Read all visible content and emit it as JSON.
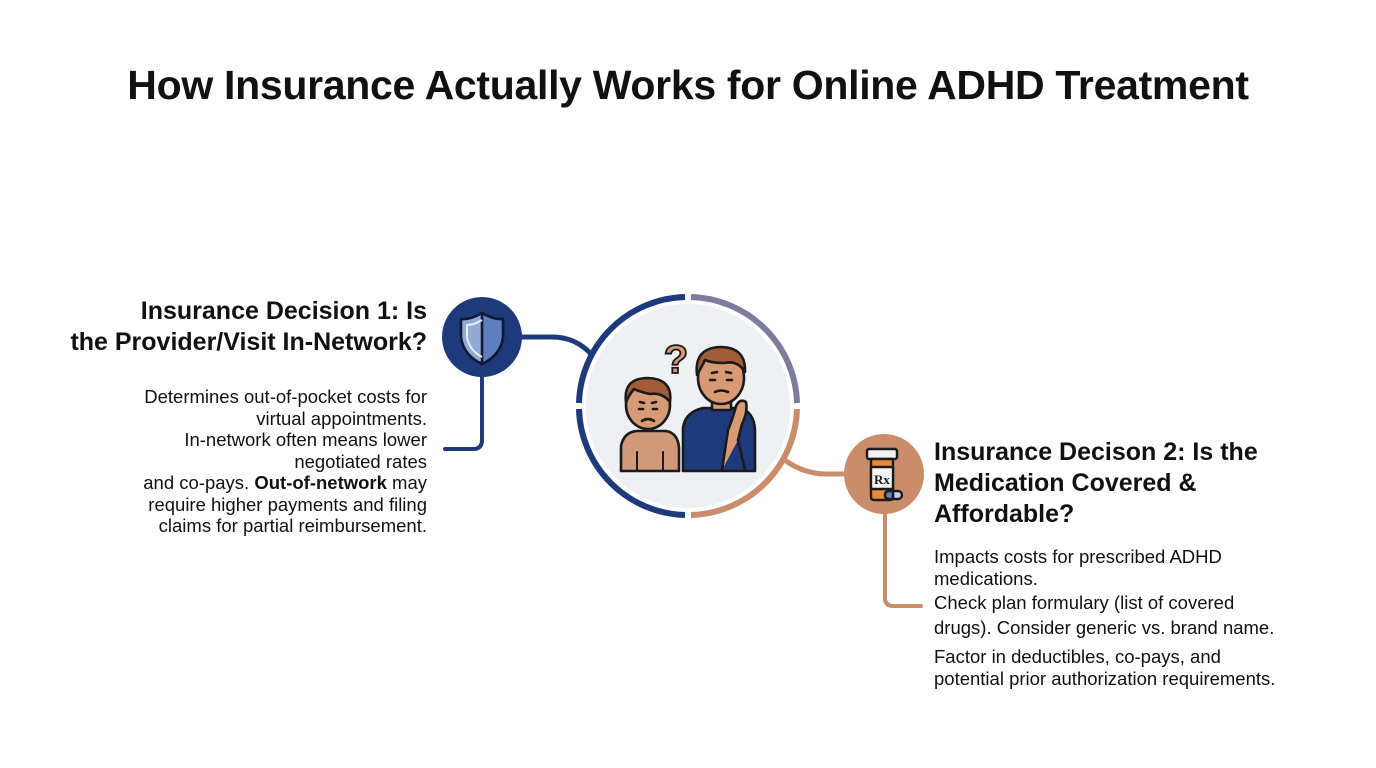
{
  "title": "How Insurance Actually Works for Online ADHD Treatment",
  "decision_1": {
    "heading_lines": [
      "Insurance Decision 1: Is",
      "the Provider/Visit In-Network?"
    ],
    "body": {
      "line_1": "Determines out-of-pocket costs for",
      "line_2": "virtual appointments.",
      "line_3": "In-network often means lower",
      "line_4": "negotiated rates",
      "line_5_prefix": "and co-pays.",
      "line_5_bold": "Out-of-network",
      "line_5_suffix": "may",
      "line_6": "require higher payments and filing",
      "line_7": "claims for partial reimbursement."
    },
    "icon": "shield-icon"
  },
  "decision_2": {
    "heading_lines": [
      "Insurance Decison 2: Is the",
      "Medication Covered &",
      "Affordable?"
    ],
    "body": {
      "line_1": "Impacts costs for prescribed ADHD",
      "line_2": "medications.",
      "line_3": "Check plan formulary (list of covered",
      "line_4": "drugs). Consider generic vs. brand name.",
      "line_5": "Factor in deductibles, co-pays, and",
      "line_6": "potential prior authorization requirements."
    },
    "icon": "prescription-bottle-icon",
    "icon_label": "Rx"
  },
  "center_icon": "confused-parent-child-icon",
  "center_icon_symbol": "?",
  "colors": {
    "navy": "#1e3a7b",
    "tan": "#c98d6b",
    "gray_ring": "#7c7d9c",
    "center_fill": "#eef0f4",
    "text": "#111111"
  }
}
